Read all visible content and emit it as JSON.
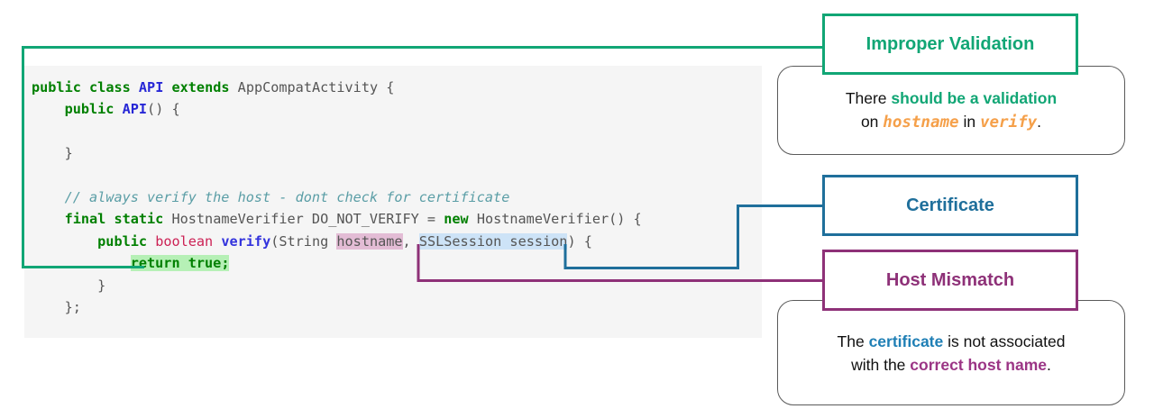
{
  "diagram": {
    "title": "Insecure HostnameVerifier code annotation diagram",
    "colors": {
      "green": "#11a675",
      "blue": "#1f6f9b",
      "purple": "#8e3178",
      "orange": "#f5a04a",
      "code_bg": "#f5f5f5",
      "highlight_green": "#b6f0b6",
      "highlight_pink": "#e3bcd5",
      "highlight_blue": "#cde3f7"
    }
  },
  "code": {
    "language": "java",
    "lines": [
      "public class API extends AppCompatActivity {",
      "    public API() {",
      "",
      "    }",
      "",
      "    // always verify the host - dont check for certificate",
      "    final static HostnameVerifier DO_NOT_VERIFY = new HostnameVerifier() {",
      "        public boolean verify(String hostname, SSLSession session) {",
      "            return true;",
      "        }",
      "    };"
    ],
    "tokens": {
      "l1_kw_public": "public",
      "l1_kw_class": "class",
      "l1_type_api": "API",
      "l1_kw_extends": "extends",
      "l1_ident_base": "AppCompatActivity {",
      "l2_kw_public": "public",
      "l2_type_api": "API",
      "l2_rest": "() {",
      "l4_brace": "    }",
      "l6_comment": "// always verify the host - dont check for certificate",
      "l7_kw_final": "final",
      "l7_kw_static": "static",
      "l7_ident1": "HostnameVerifier DO_NOT_VERIFY = ",
      "l7_kw_new": "new",
      "l7_ident2": " HostnameVerifier() {",
      "l8_kw_public": "public",
      "l8_type_boolean": "boolean",
      "l8_fn_verify": "verify",
      "l8_paren_string": "(String ",
      "l8_hl_hostname": "hostname",
      "l8_comma": ", ",
      "l8_hl_session": "SSLSession session",
      "l8_tail": ") {",
      "l9_indent": "            ",
      "l9_hl_return": "return true;",
      "l10_brace": "        }",
      "l11_brace": "    };"
    }
  },
  "callouts": [
    {
      "id": "improper-validation",
      "header": "Improper Validation",
      "accent": "#11a675",
      "body_parts": [
        {
          "text": "There ",
          "style": "plain"
        },
        {
          "text": "should be a validation",
          "style": "bold-green"
        },
        {
          "text": " on ",
          "style": "plain"
        },
        {
          "text": "hostname",
          "style": "mono-orange"
        },
        {
          "text": " in ",
          "style": "plain"
        },
        {
          "text": "verify",
          "style": "mono-orange"
        },
        {
          "text": ".",
          "style": "plain"
        }
      ],
      "body_line1_a": "There ",
      "body_line1_b": "should be a validation",
      "body_line2_a": "on ",
      "body_line2_b": "hostname",
      "body_line2_c": " in ",
      "body_line2_d": "verify",
      "body_line2_e": "."
    },
    {
      "id": "certificate",
      "header": "Certificate",
      "accent": "#1f6f9b",
      "has_body": false
    },
    {
      "id": "host-mismatch",
      "header": "Host Mismatch",
      "accent": "#8e3178",
      "body_line1_a": "The ",
      "body_line1_b": "certificate",
      "body_line1_c": " is not associated",
      "body_line2_a": "with the ",
      "body_line2_b": "correct host name",
      "body_line2_c": "."
    }
  ]
}
